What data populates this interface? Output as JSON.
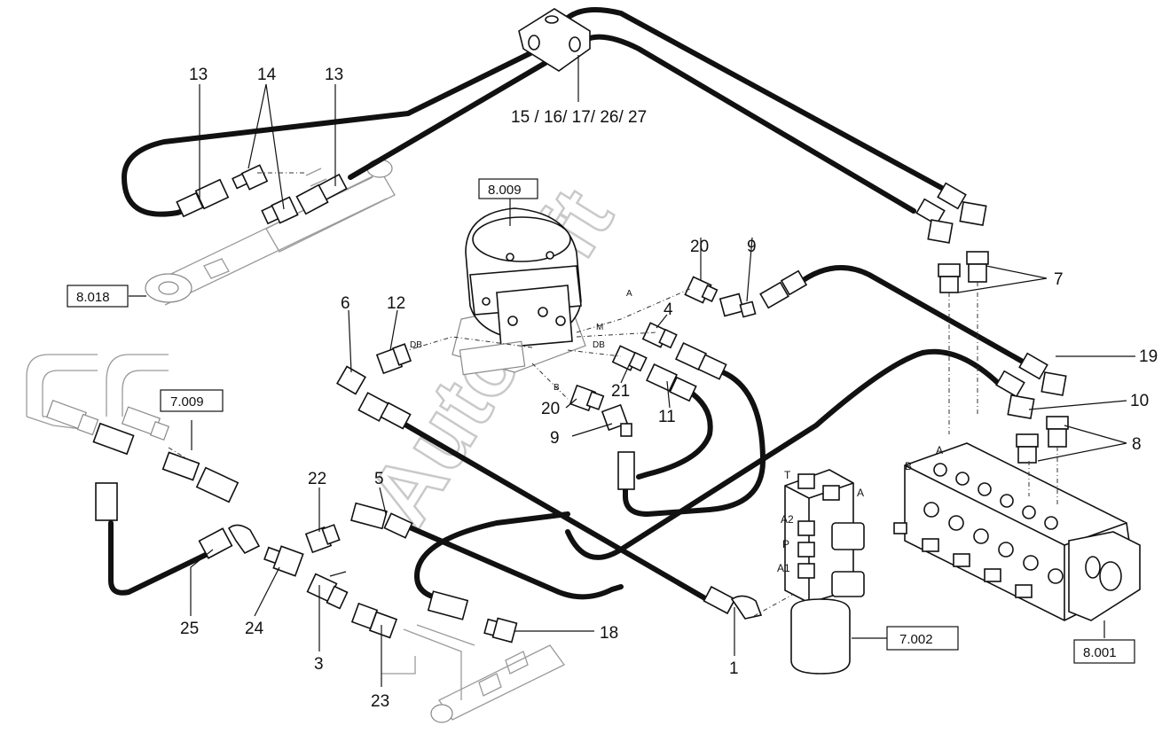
{
  "callouts": {
    "c13a": "13",
    "c14": "14",
    "c13b": "13",
    "c15": "15 / 16/ 17/ 26/ 27",
    "c20a": "20",
    "c9a": "9",
    "c7": "7",
    "c6": "6",
    "c12": "12",
    "c4": "4",
    "c19": "19",
    "c10": "10",
    "c8": "8",
    "c21": "21",
    "c11": "11",
    "c20b": "20",
    "c9b": "9",
    "c22": "22",
    "c5": "5",
    "c25": "25",
    "c24": "24",
    "c3": "3",
    "c23": "23",
    "c18": "18",
    "c1": "1"
  },
  "refs": {
    "r8009": "8.009",
    "r8018": "8.018",
    "r7009": "7.009",
    "r7002": "7.002",
    "r8001": "8.001"
  },
  "ports": {
    "db1": "DB",
    "db2": "DB",
    "a": "A",
    "m": "M",
    "b": "B",
    "vT": "T",
    "vA": "A",
    "vA2": "A2",
    "vP": "P",
    "vA1": "A1",
    "blkA": "A",
    "blkB": "B"
  },
  "watermark": "AutoSoft"
}
